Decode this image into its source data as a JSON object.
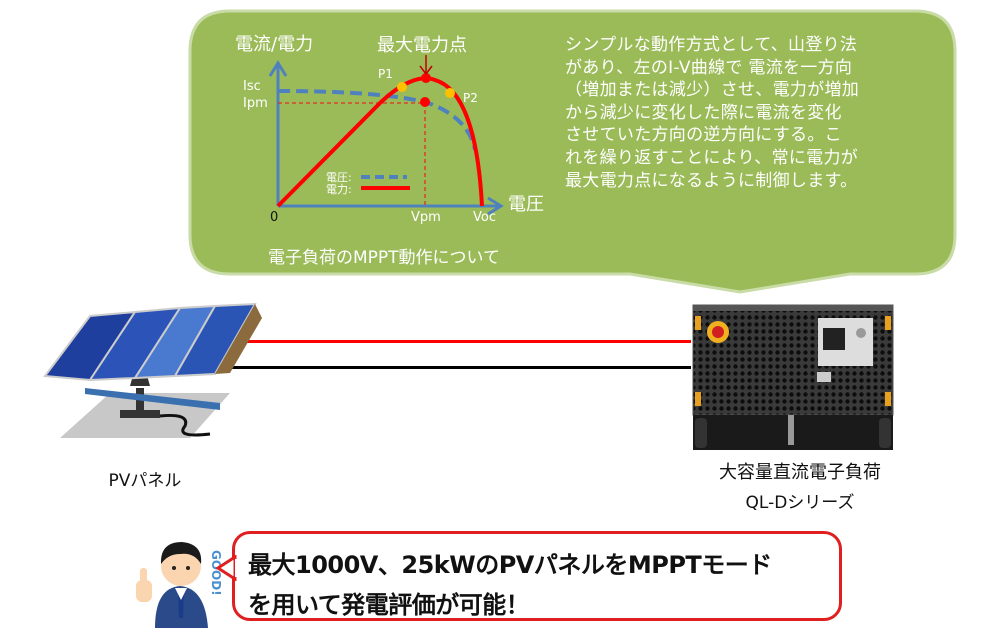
{
  "bubble": {
    "chart": {
      "y_axis_label": "電流/電力",
      "x_axis_label": "電圧",
      "max_point_label": "最大電力点",
      "p1_label": "P1",
      "p2_label": "P2",
      "isc_label": "Isc",
      "ipm_label": "Ipm",
      "origin_label": "0",
      "vpm_label": "Vpm",
      "voc_label": "Voc",
      "legend": [
        {
          "label": "電圧:",
          "style": "dashed",
          "color": "#4f81bd"
        },
        {
          "label": "電力:",
          "style": "solid",
          "color": "#ff0000"
        }
      ],
      "caption": "電子負荷のMPPT動作について"
    },
    "explanation_lines": [
      "シンプルな動作方式として、山登り法",
      "があり、左のI-V曲線で 電流を一方向",
      "（増加または減少）させ、電力が増加",
      "から減少に変化した際に電流を変化",
      "させていた方向の逆方向にする。こ",
      "れを繰り返すことにより、常に電力が",
      "最大電力点になるように制御します。"
    ],
    "color": "#9bbb59"
  },
  "pv_panel": {
    "label": "PVパネル"
  },
  "load": {
    "label_line1": "大容量直流電子負荷",
    "label_line2": "QL-Dシリーズ"
  },
  "callout": {
    "line1": "最大1000V、25kWのPVパネルをMPPTモード",
    "line2": "を用いて発電評価が可能！",
    "badge": "GOOD!",
    "border_color": "#e02020"
  },
  "wire_colors": {
    "positive": "#ff0000",
    "negative": "#000000"
  }
}
